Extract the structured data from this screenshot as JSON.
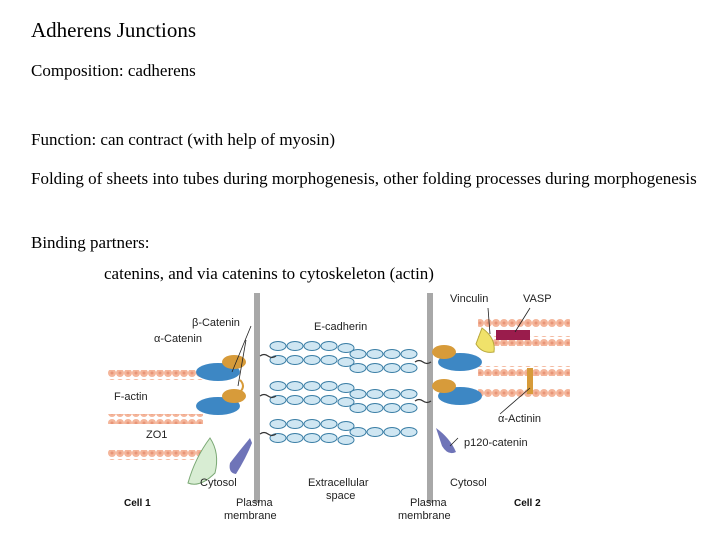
{
  "slide": {
    "title": "Adherens Junctions",
    "composition": "Composition:  cadherens",
    "function": "Function: can contract (with help of myosin)",
    "folding": "Folding of sheets into tubes during morphogenesis, other folding processes during morphogenesis",
    "binding_heading": "Binding partners:",
    "binding_detail": "catenins, and via catenins to cytoskeleton (actin)"
  },
  "diagram": {
    "labels": {
      "beta_catenin": "β-Catenin",
      "alpha_catenin_left": "α-Catenin",
      "f_actin": "F-actin",
      "zo1": "ZO1",
      "e_cadherin": "E-cadherin",
      "vinculin": "Vinculin",
      "vasp": "VASP",
      "alpha_actinin": "α-Actinin",
      "p120": "p120-catenin",
      "cytosol_left": "Cytosol",
      "cytosol_right": "Cytosol",
      "extracellular_line1": "Extracellular",
      "extracellular_line2": "space",
      "plasma_left_line1": "Plasma",
      "plasma_left_line2": "membrane",
      "plasma_right_line1": "Plasma",
      "plasma_right_line2": "membrane",
      "cell1": "Cell 1",
      "cell2": "Cell 2"
    },
    "colors": {
      "membrane": "#a8a8a8",
      "actin": "#f4b59a",
      "cadherin": "#cfe6f2",
      "cadherin_stroke": "#3c7fa6",
      "beta_catenin": "#3d87c4",
      "alpha_catenin": "#d79b3a",
      "zo1": "#d8edd3",
      "vinculin": "#f0e26a",
      "vasp": "#9a1c4c",
      "p120": "#6f74b8"
    }
  }
}
